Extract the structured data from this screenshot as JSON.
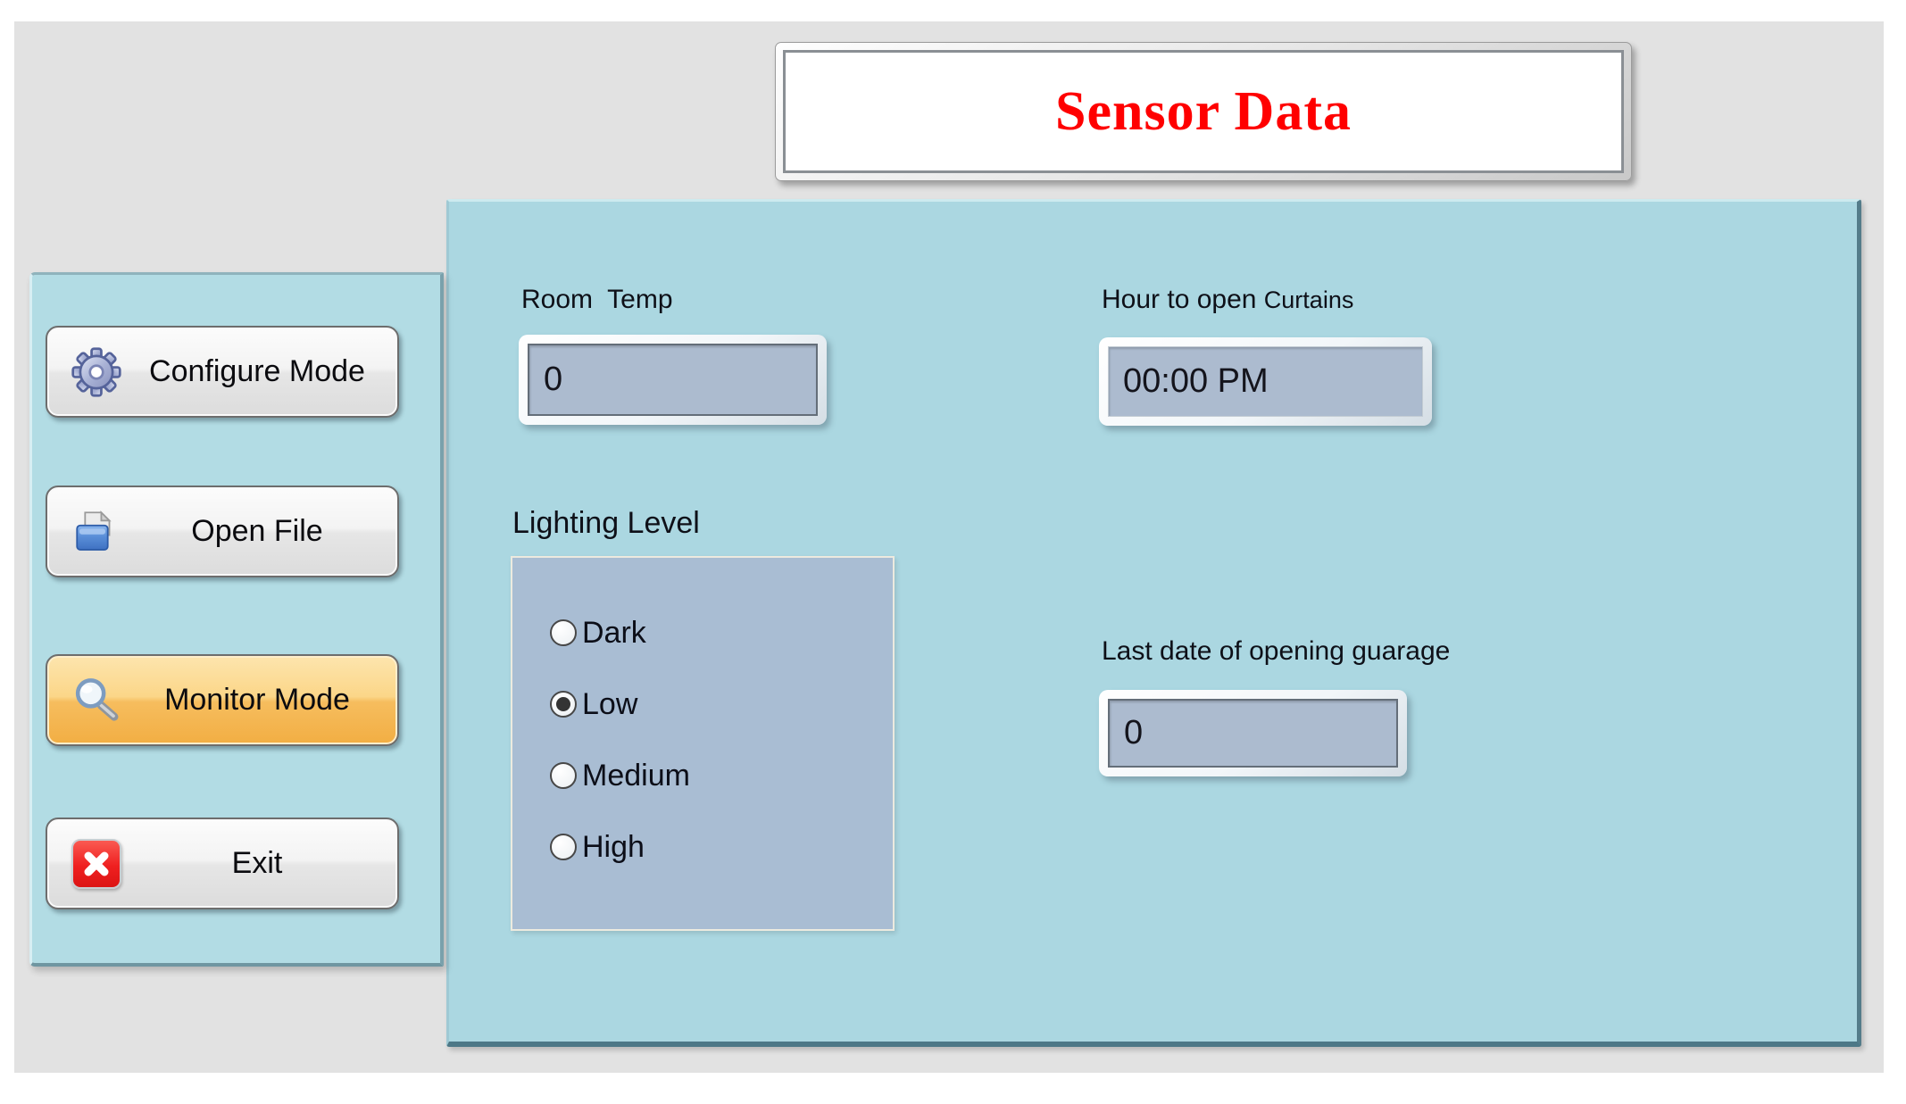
{
  "window": {
    "background_color": "#e2e2e2",
    "panel_color": "#abd7e1"
  },
  "title_box": {
    "text": "Sensor Data",
    "text_color": "#ff0000"
  },
  "sidebar": {
    "buttons": [
      {
        "id": "configure",
        "label": "Configure Mode",
        "icon": "gear-icon",
        "active": false
      },
      {
        "id": "open-file",
        "label": "Open File",
        "icon": "open-folder-icon",
        "active": false
      },
      {
        "id": "monitor",
        "label": "Monitor Mode",
        "icon": "magnifier-icon",
        "active": true,
        "active_color": "#f2ae43"
      },
      {
        "id": "exit",
        "label": "Exit",
        "icon": "close-icon",
        "active": false
      }
    ]
  },
  "main": {
    "room_temp": {
      "label": "Room  Temp",
      "value": "0"
    },
    "hour_open_curtains": {
      "label": "Hour to open",
      "label_small": "Curtains",
      "value": "00:00 PM"
    },
    "lighting_level": {
      "label": "Lighting Level",
      "options": [
        "Dark",
        "Low",
        "Medium",
        "High"
      ],
      "selected": "Low"
    },
    "last_date": {
      "label": "Last date of opening guarage",
      "value": "0"
    }
  }
}
